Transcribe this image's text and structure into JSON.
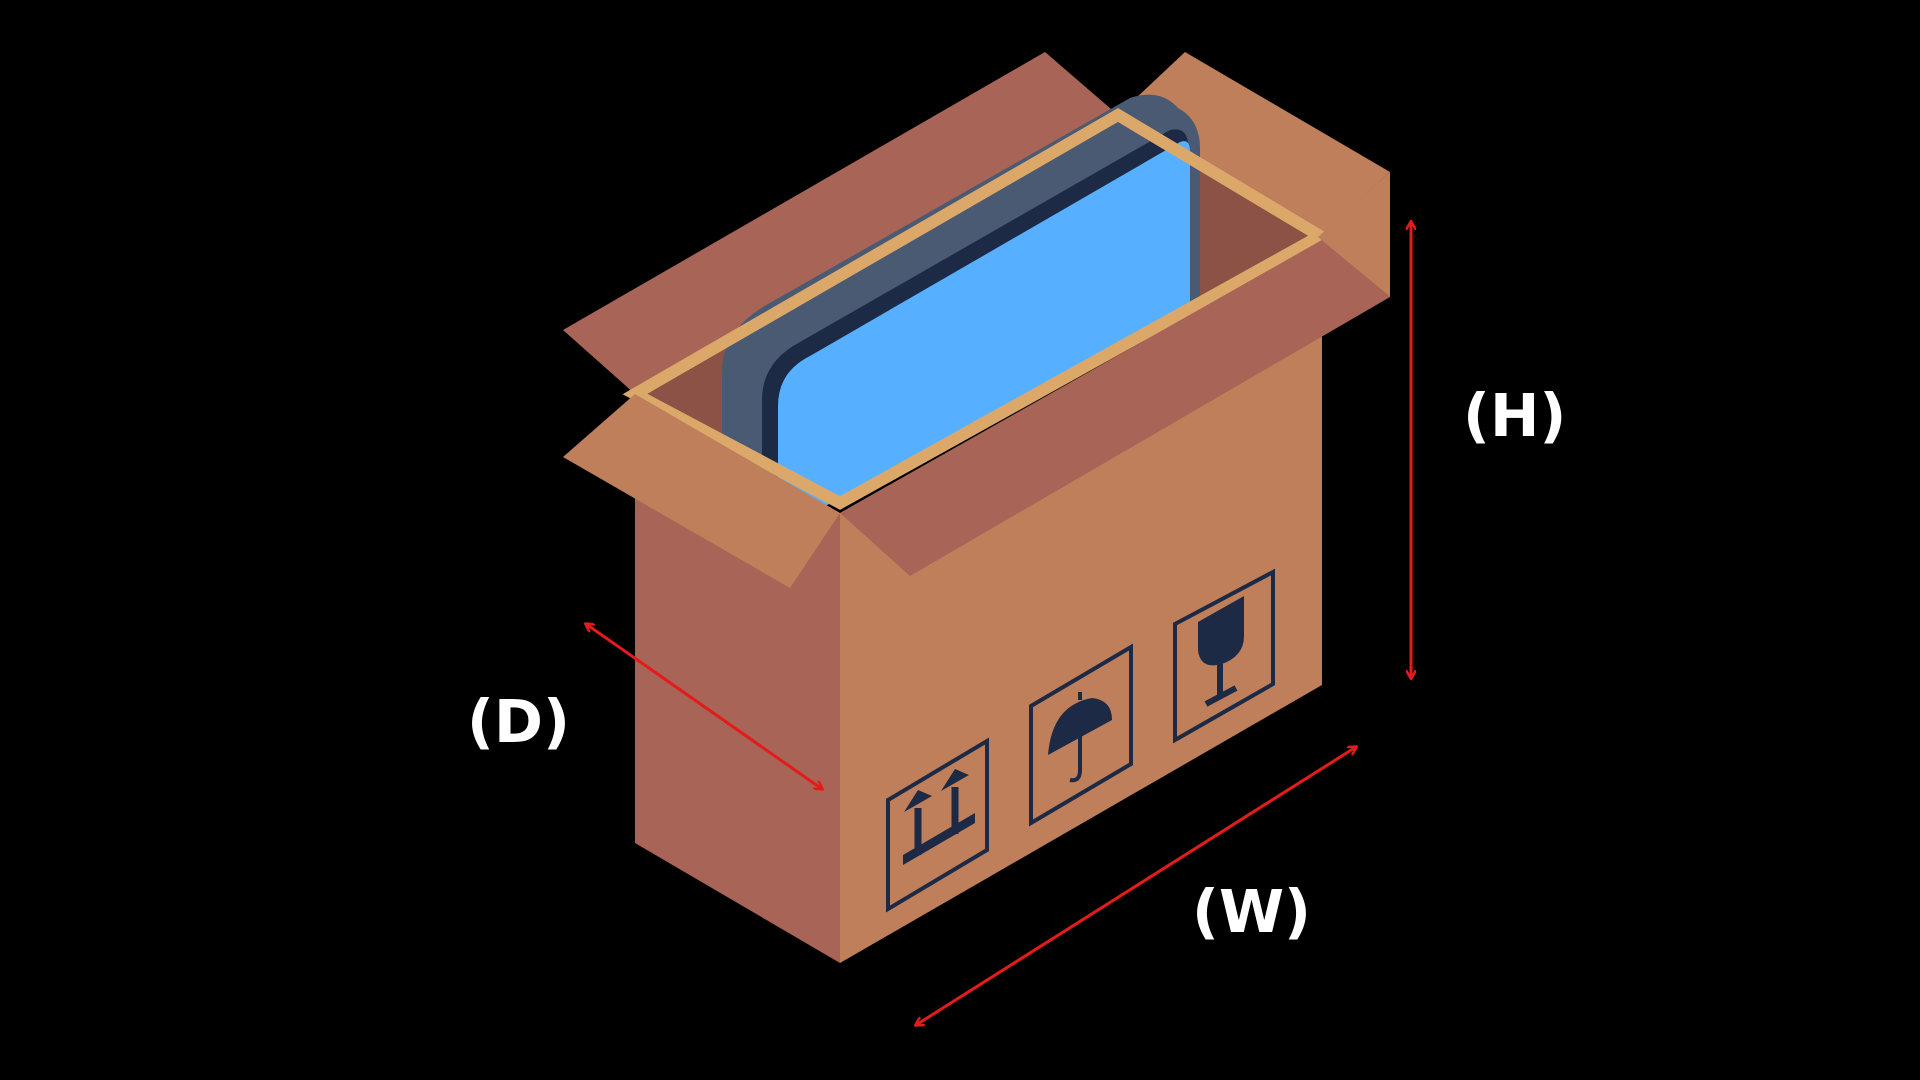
{
  "labels": {
    "height": "(H)",
    "width": "(W)",
    "depth": "(D)"
  },
  "colors": {
    "background": "#000000",
    "box_front": "#bf7f5b",
    "box_side": "#a86457",
    "box_rim": "#dca86a",
    "flap_dark": "#a86457",
    "flap_light": "#bf7f5b",
    "screen_frame": "#4a5a73",
    "screen_edge": "#1c2a45",
    "screen": "#56b0ff",
    "icon": "#1c2a45",
    "arrow": "#e31b1b",
    "label": "#ffffff"
  },
  "icons": [
    "this-side-up-icon",
    "keep-dry-umbrella-icon",
    "fragile-glass-icon"
  ]
}
